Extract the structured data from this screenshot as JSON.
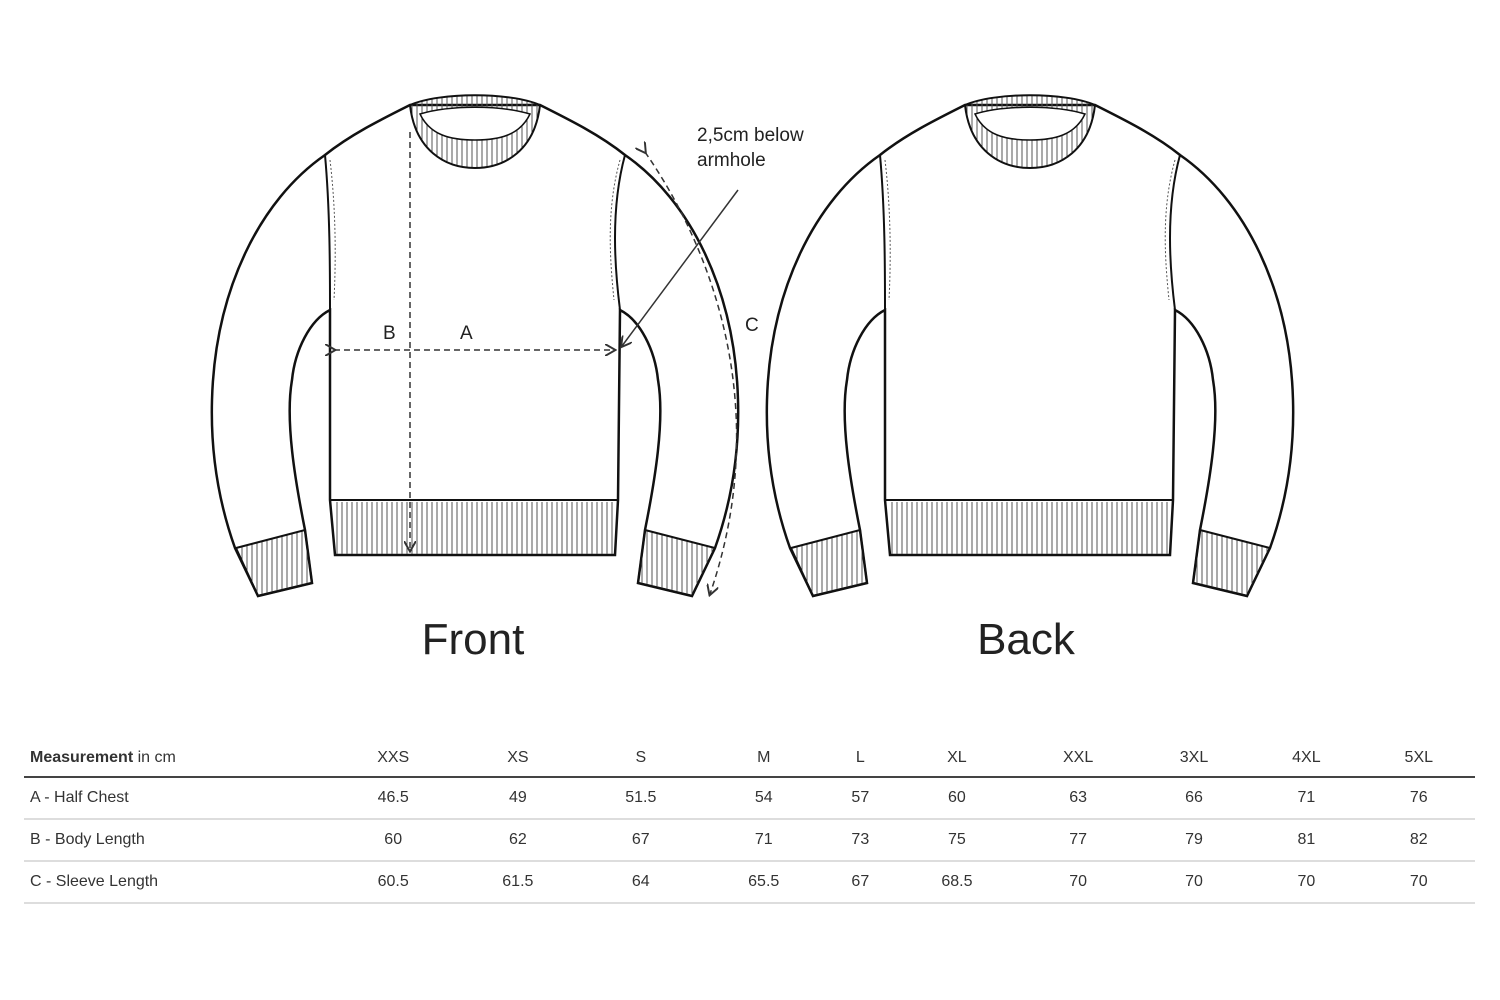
{
  "diagram": {
    "front_label": "Front",
    "back_label": "Back",
    "annotation_line1": "2,5cm below",
    "annotation_line2": "armhole",
    "dim_a": "A",
    "dim_b": "B",
    "dim_c": "C"
  },
  "table": {
    "header_bold": "Measurement",
    "header_unit": " in cm",
    "sizes": [
      "XXS",
      "XS",
      "S",
      "M",
      "L",
      "XL",
      "XXL",
      "3XL",
      "4XL",
      "5XL"
    ],
    "rows": [
      {
        "label": "A - Half Chest",
        "values": [
          "46.5",
          "49",
          "51.5",
          "54",
          "57",
          "60",
          "63",
          "66",
          "71",
          "76"
        ]
      },
      {
        "label": "B - Body Length",
        "values": [
          "60",
          "62",
          "67",
          "71",
          "73",
          "75",
          "77",
          "79",
          "81",
          "82"
        ]
      },
      {
        "label": "C - Sleeve Length",
        "values": [
          "60.5",
          "61.5",
          "64",
          "65.5",
          "67",
          "68.5",
          "70",
          "70",
          "70",
          "70"
        ]
      }
    ]
  }
}
